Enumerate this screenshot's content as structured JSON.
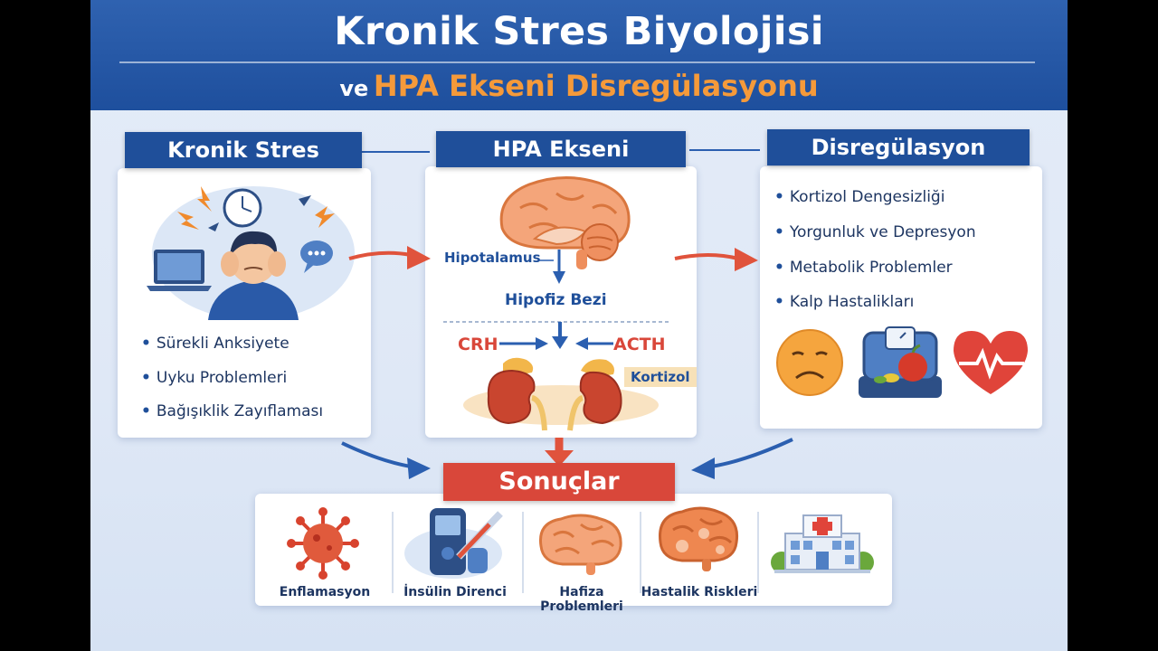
{
  "header": {
    "title": "Kronik Stres Biyolojisi",
    "subtitle_prefix": "ve",
    "subtitle_main": "HPA Ekseni Disregülasyonu"
  },
  "panels": {
    "left": {
      "title": "Kronik Stres",
      "bullets": [
        "Sürekli Anksiyete",
        "Uyku Problemleri",
        "Bağışıklik Zayıflaması"
      ]
    },
    "center": {
      "title": "HPA Ekseni",
      "labels": {
        "hypothalamus": "Hipotalamus",
        "pituitary": "Hipofiz Bezi",
        "crh": "CRH",
        "acth": "ACTH",
        "cortisol": "Kortizol"
      }
    },
    "right": {
      "title": "Disregülasyon",
      "bullets": [
        "Kortizol Dengesizliği",
        "Yorgunluk ve Depresyon",
        "Metabolik Problemler",
        "Kalp Hastalikları"
      ]
    }
  },
  "results": {
    "title": "Sonuçlar",
    "items": [
      {
        "label": "Enflamasyon",
        "icon": "virus-icon"
      },
      {
        "label": "İnsülin Direnci",
        "icon": "glucose-meter-icon"
      },
      {
        "label": "Hafiza Problemleri",
        "icon": "brain-icon"
      },
      {
        "label": "Hastalik Riskleri",
        "icon": "damaged-brain-icon"
      },
      {
        "label": "",
        "icon": "hospital-icon"
      }
    ]
  },
  "colors": {
    "banner_blue": "#1f4f9a",
    "accent_orange": "#f59a3a",
    "arrow_red": "#e0533c",
    "arrow_blue": "#2b5fb0",
    "text_navy": "#1d3561"
  }
}
